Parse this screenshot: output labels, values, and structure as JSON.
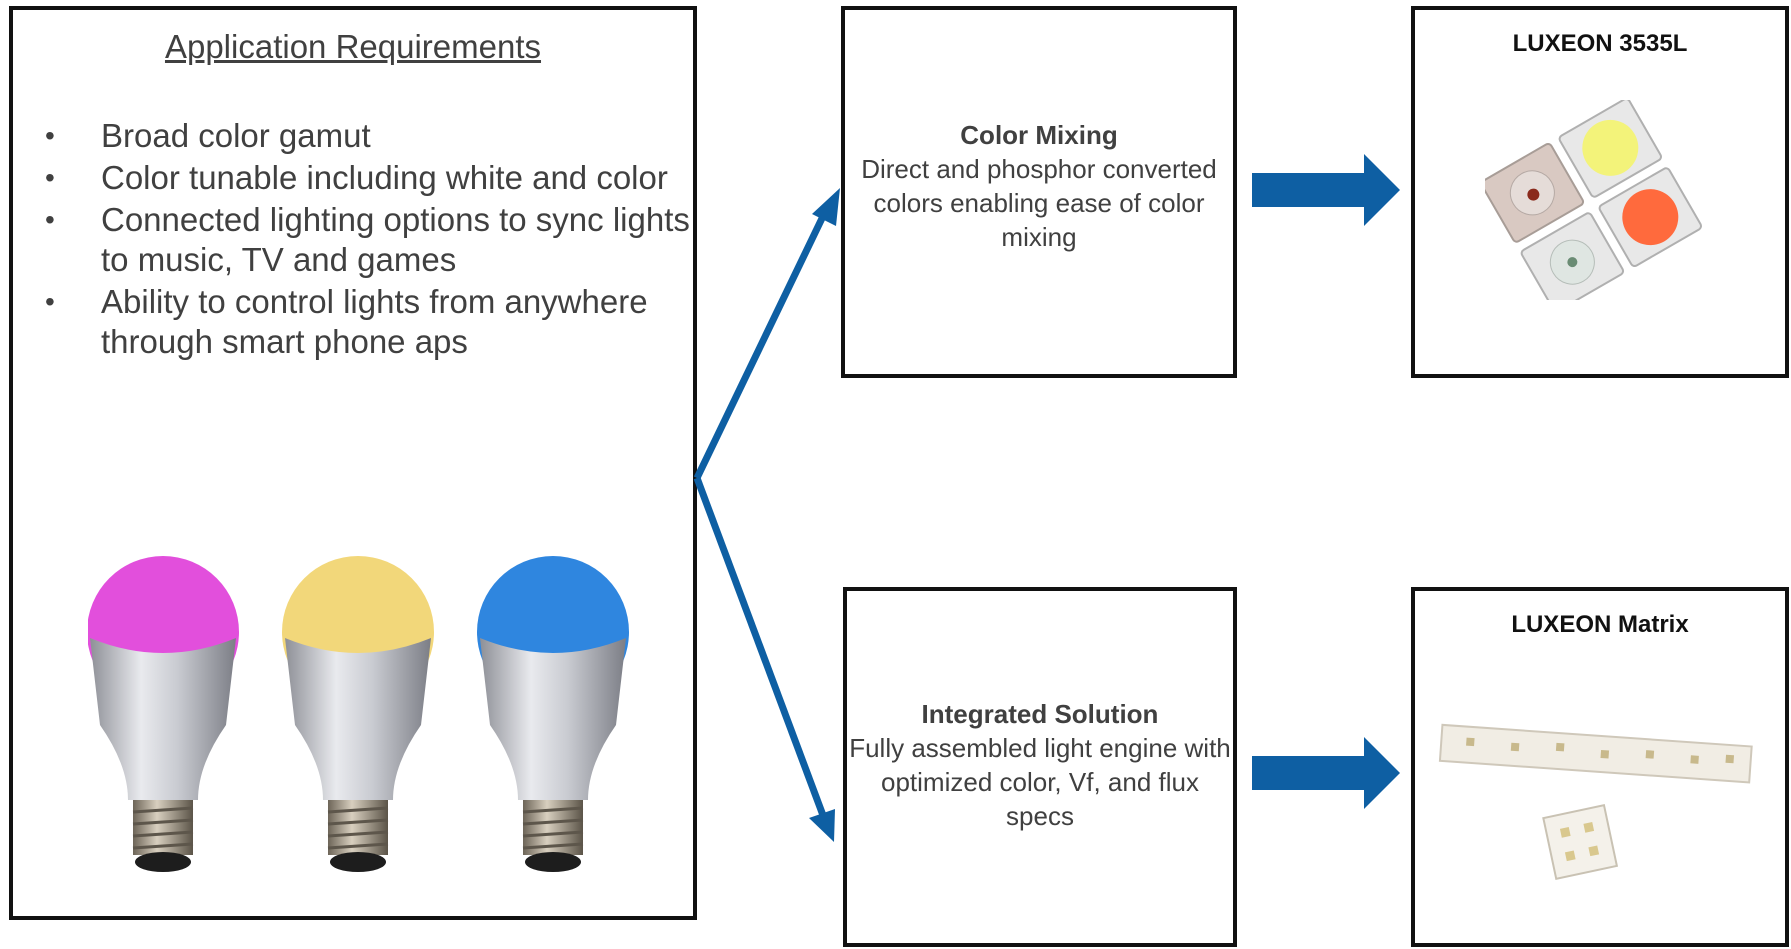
{
  "requirements": {
    "title": "Application Requirements",
    "items": [
      "Broad color gamut",
      "Color tunable including white and color",
      "Connected lighting options to sync lights to music, TV and games",
      "Ability to control lights from anywhere through smart phone aps"
    ],
    "bulb_colors": [
      "#e24fdc",
      "#f2d77a",
      "#2f86df"
    ]
  },
  "color_mixing": {
    "title": "Color Mixing",
    "body": "Direct and phosphor converted colors enabling ease of color mixing"
  },
  "integrated": {
    "title": "Integrated Solution",
    "body": "Fully assembled light engine with optimized color, Vf, and flux specs"
  },
  "product_top": {
    "title": "LUXEON 3535L"
  },
  "product_bottom": {
    "title": "LUXEON Matrix"
  },
  "colors": {
    "arrow": "#0e5fa3",
    "border": "#111111",
    "text": "#404040"
  }
}
